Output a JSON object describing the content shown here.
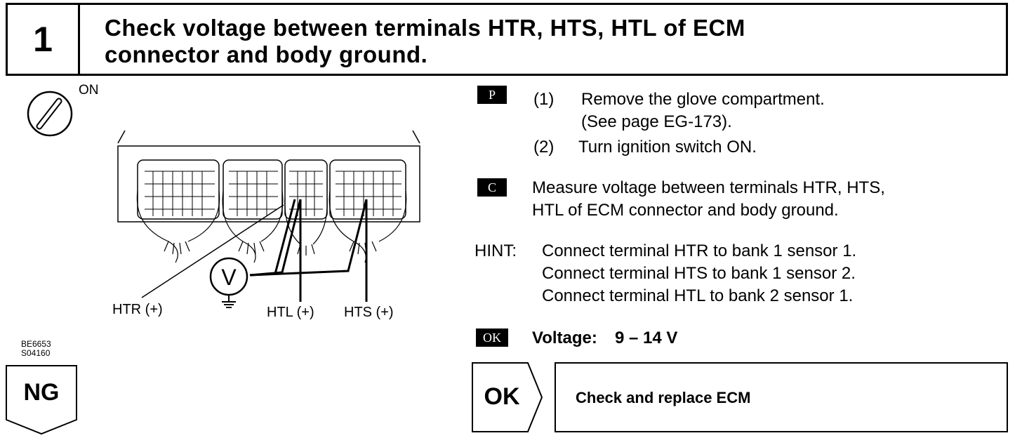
{
  "header": {
    "step_number": "1",
    "title_line1": "Check voltage between terminals HTR, HTS, HTL of ECM",
    "title_line2": "connector and body ground."
  },
  "diagram": {
    "ignition_label": "ON",
    "meter_label": "V",
    "terminal_htr": "HTR (+)",
    "terminal_htl": "HTL (+)",
    "terminal_hts": "HTS (+)",
    "figure_code_1": "BE6653",
    "figure_code_2": "S04160"
  },
  "prep": {
    "badge": "P",
    "step1_num": "(1)",
    "step1_line1": "Remove the glove compartment.",
    "step1_line2": "(See page EG-173).",
    "step2_num": "(2)",
    "step2_text": "Turn ignition switch ON."
  },
  "check": {
    "badge": "C",
    "line1": "Measure voltage between terminals HTR, HTS,",
    "line2": "HTL of ECM connector and body ground."
  },
  "hint": {
    "label": "HINT:",
    "lines": [
      "Connect terminal HTR to bank 1 sensor 1.",
      "Connect terminal HTS to bank 1 sensor 2.",
      "Connect terminal HTL to bank 2 sensor 1."
    ]
  },
  "spec": {
    "badge": "OK",
    "label": "Voltage:",
    "value": "9 – 14 V"
  },
  "results": {
    "ng_label": "NG",
    "ok_label": "OK",
    "ok_action": "Check and replace ECM"
  }
}
